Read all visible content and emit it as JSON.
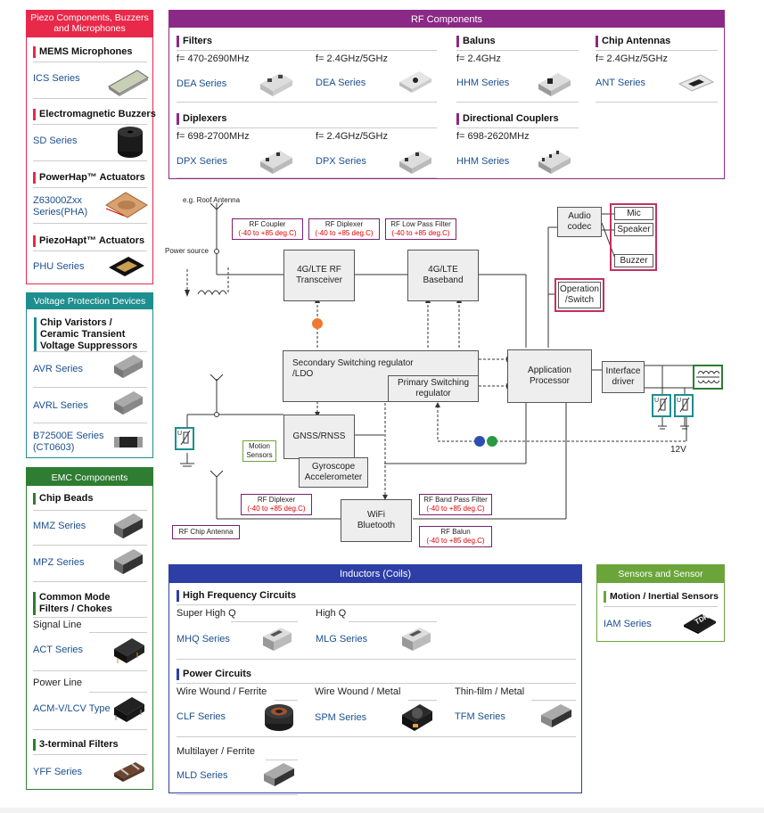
{
  "piezo": {
    "header": "Piezo Components, Buzzers and Microphones",
    "sections": [
      {
        "title": "MEMS Microphones",
        "link": "ICS Series"
      },
      {
        "title": "Electromagnetic Buzzers",
        "link": "SD Series"
      },
      {
        "title": "PowerHap™ Actuators",
        "link": "Z63000Zxx Series(PHA)"
      },
      {
        "title": "PiezoHapt™ Actuators",
        "link": "PHU Series"
      }
    ]
  },
  "voltage": {
    "header": "Voltage Protection Devices",
    "section": "Chip Varistors / Ceramic Transient Voltage Suppressors",
    "links": [
      "AVR Series",
      "AVRL Series",
      "B72500E Series (CT0603)"
    ]
  },
  "emc": {
    "header": "EMC Components",
    "chip_beads": "Chip Beads",
    "chip_beads_links": [
      "MMZ Series",
      "MPZ Series"
    ],
    "common_mode": "Common Mode Filters / Chokes",
    "signal_line": "Signal Line",
    "signal_link": "ACT Series",
    "power_line": "Power Line",
    "power_link": "ACM-V/LCV Type",
    "three_terminal": "3-terminal Filters",
    "three_terminal_link": "YFF Series"
  },
  "rf": {
    "header": "RF Components",
    "filters": "Filters",
    "filters_freq1": "f= 470-2690MHz",
    "filters_link1": "DEA Series",
    "filters_freq2": "f= 2.4GHz/5GHz",
    "filters_link2": "DEA Series",
    "baluns": "Baluns",
    "baluns_freq": "f= 2.4GHz",
    "baluns_link": "HHM Series",
    "chip_antennas": "Chip Antennas",
    "antennas_freq": "f= 2.4GHz/5GHz",
    "antennas_link": "ANT Series",
    "diplexers": "Diplexers",
    "diplexers_freq1": "f= 698-2700MHz",
    "diplexers_link1": "DPX Series",
    "diplexers_freq2": "f= 2.4GHz/5GHz",
    "diplexers_link2": "DPX Series",
    "couplers": "Directional Couplers",
    "couplers_freq": "f= 698-2620MHz",
    "couplers_link": "HHM Series"
  },
  "diagram": {
    "roof_antenna": "e.g. Roof Antenna",
    "power_source": "Power source",
    "rf_coupler": "RF Coupler",
    "rf_diplexer": "RF Diplexer",
    "rf_lpf": "RF Low Pass Filter",
    "temp": "(-40 to +85 deg.C)",
    "transceiver": "4G/LTE RF Transceiver",
    "baseband": "4G/LTE Baseband",
    "audio_codec": "Audio codec",
    "mic": "Mic",
    "speaker": "Speaker",
    "buzzer": "Buzzer",
    "operation": "Operation /Switch",
    "secondary": "Secondary Switching regulator /LDO",
    "primary": "Primary Switching regulator",
    "app_proc": "Application Processor",
    "interface": "Interface driver",
    "gnss": "GNSS/RNSS",
    "gyro": "Gyroscope Accelerometer",
    "motion": "Motion Sensors",
    "rf_diplexer2": "RF Diplexer",
    "rf_bpf": "RF Band Pass Filter",
    "rf_balun": "RF Balun",
    "wifi": "WiFi Bluetooth",
    "rf_chip_antenna": "RF Chip Antenna",
    "v12": "12V",
    "u": "U"
  },
  "inductors": {
    "header": "Inductors (Coils)",
    "hf": "High Frequency Circuits",
    "shq": "Super High Q",
    "shq_link": "MHQ Series",
    "hq": "High Q",
    "hq_link": "MLG Series",
    "power": "Power Circuits",
    "ww_ferrite": "Wire Wound / Ferrite",
    "ww_ferrite_link": "CLF Series",
    "ww_metal": "Wire Wound / Metal",
    "ww_metal_link": "SPM Series",
    "thin_metal": "Thin-film / Metal",
    "thin_metal_link": "TFM Series",
    "ml_ferrite": "Multilayer / Ferrite",
    "ml_ferrite_link": "MLD Series"
  },
  "sensors": {
    "header": "Sensors and Sensor Systems",
    "section": "Motion / Inertial Sensors",
    "link": "IAM Series",
    "brand": "TDK"
  },
  "colors": {
    "piezo": "#e8294a",
    "rf": "#8a2a86",
    "voltage": "#1e8e8e",
    "emc": "#2e7d32",
    "inductors": "#2d3fa6",
    "sensors": "#6ba53a",
    "link": "#1a4f8f"
  }
}
